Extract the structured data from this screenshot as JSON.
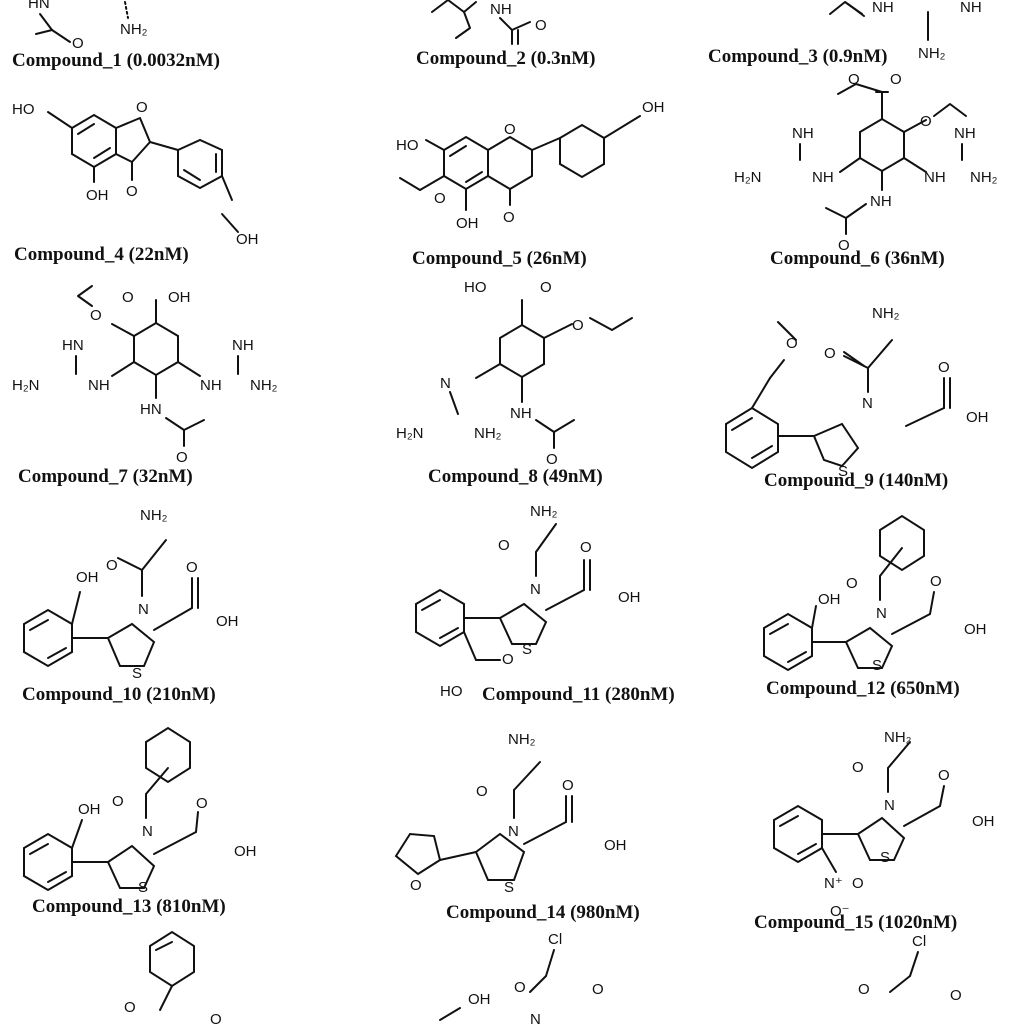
{
  "compounds": [
    {
      "label": "Compound_1 (0.0032nM)"
    },
    {
      "label": "Compound_2 (0.3nM)"
    },
    {
      "label": "Compound_3 (0.9nM)"
    },
    {
      "label": "Compound_4 (22nM)"
    },
    {
      "label": "Compound_5 (26nM)"
    },
    {
      "label": "Compound_6 (36nM)"
    },
    {
      "label": "Compound_7 (32nM)"
    },
    {
      "label": "Compound_8 (49nM)"
    },
    {
      "label": "Compound_9 (140nM)"
    },
    {
      "label": "Compound_10 (210nM)"
    },
    {
      "label": "Compound_11 (280nM)"
    },
    {
      "label": "Compound_12 (650nM)"
    },
    {
      "label": "Compound_13 (810nM)"
    },
    {
      "label": "Compound_14 (980nM)"
    },
    {
      "label": "Compound_15 (1020nM)"
    }
  ],
  "atoms": {
    "nh2": "NH₂",
    "nh": "NH",
    "hn": "HN",
    "h2n": "H₂N",
    "oh": "OH",
    "ho": "HO",
    "o": "O",
    "n": "N",
    "s": "S",
    "cl": "Cl",
    "nplus": "N⁺",
    "ominus": "O⁻"
  }
}
